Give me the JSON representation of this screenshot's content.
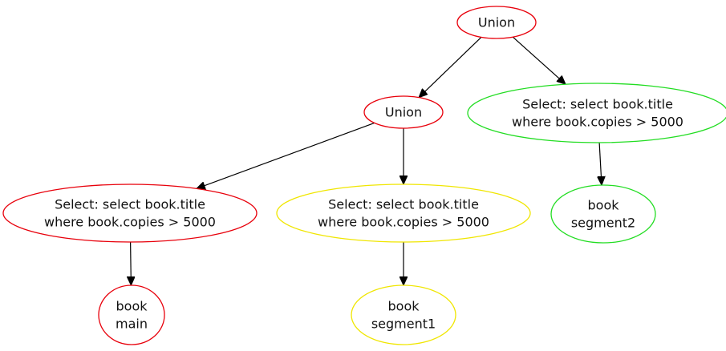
{
  "diagram": {
    "nodes": [
      {
        "id": "union_root",
        "lines": [
          "Union"
        ],
        "color": "#e8000b"
      },
      {
        "id": "union_inner",
        "lines": [
          "Union"
        ],
        "color": "#e8000b"
      },
      {
        "id": "select_segment2",
        "lines": [
          "Select: select book.title",
          "where  book.copies > 5000"
        ],
        "color": "#22dd22"
      },
      {
        "id": "select_main",
        "lines": [
          "Select: select book.title",
          "where  book.copies > 5000"
        ],
        "color": "#e8000b"
      },
      {
        "id": "select_segment1",
        "lines": [
          "Select: select book.title",
          "where  book.copies > 5000"
        ],
        "color": "#f0e600"
      },
      {
        "id": "book_segment2",
        "lines": [
          "book",
          "segment2"
        ],
        "color": "#22dd22"
      },
      {
        "id": "book_main",
        "lines": [
          "book",
          "main"
        ],
        "color": "#e8000b"
      },
      {
        "id": "book_segment1",
        "lines": [
          "book",
          "segment1"
        ],
        "color": "#f0e600"
      }
    ],
    "edges": [
      {
        "from": "union_root",
        "to": "union_inner"
      },
      {
        "from": "union_root",
        "to": "select_segment2"
      },
      {
        "from": "union_inner",
        "to": "select_main"
      },
      {
        "from": "union_inner",
        "to": "select_segment1"
      },
      {
        "from": "select_segment2",
        "to": "book_segment2"
      },
      {
        "from": "select_main",
        "to": "book_main"
      },
      {
        "from": "select_segment1",
        "to": "book_segment1"
      }
    ]
  }
}
